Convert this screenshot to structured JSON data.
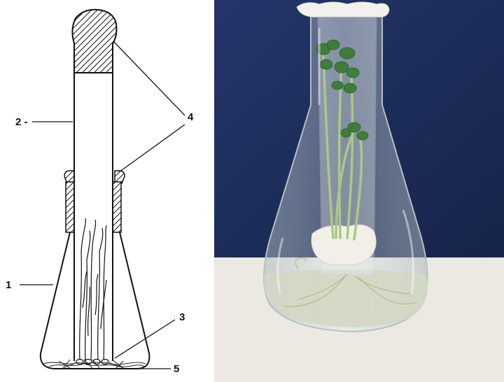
{
  "diagram": {
    "callouts": [
      {
        "id": "1",
        "text": "1"
      },
      {
        "id": "2",
        "text": "2 -"
      },
      {
        "id": "3",
        "text": "3"
      },
      {
        "id": "4",
        "text": "4"
      },
      {
        "id": "5",
        "text": "5"
      }
    ]
  },
  "photo": {
    "colors": {
      "wall": "#1f2f5a",
      "table": "#ebe9e4",
      "glass": "#c7d1d3",
      "agar": "#d6dcc8",
      "leaf": "#3f7d3a",
      "stem": "#a9c98a",
      "cotton": "#f2f0ec"
    }
  }
}
